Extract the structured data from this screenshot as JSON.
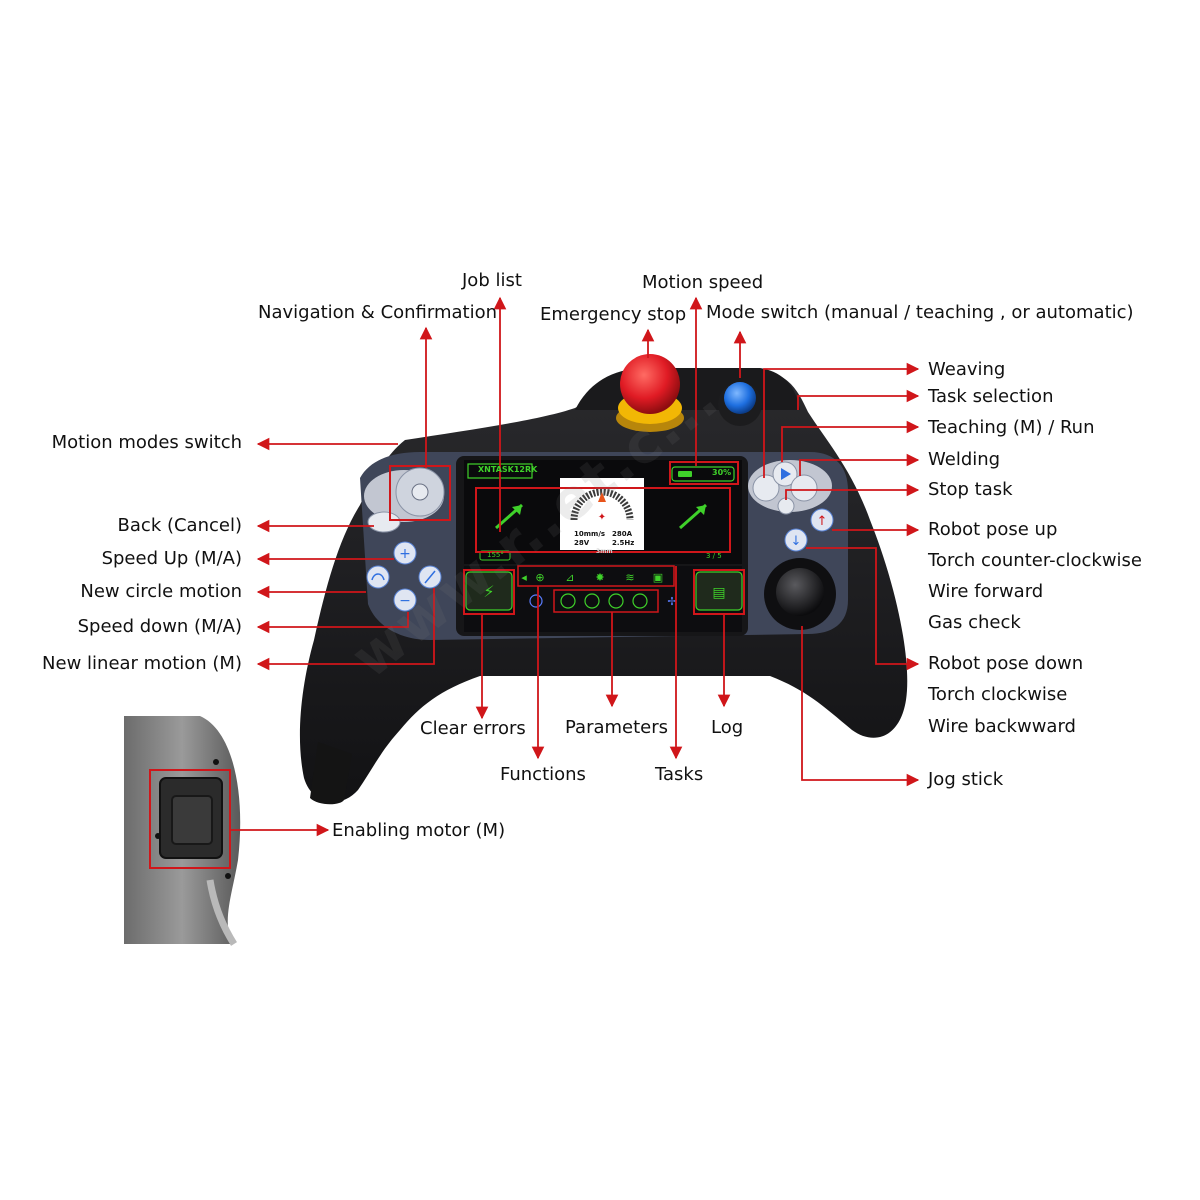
{
  "labels": {
    "job_list": "Job list",
    "motion_speed": "Motion speed",
    "navigation_confirmation": "Navigation & Confirmation",
    "emergency_stop": "Emergency stop",
    "mode_switch": "Mode switch (manual / teaching , or automatic)",
    "weaving": "Weaving",
    "task_selection": "Task selection",
    "motion_modes_switch": "Motion modes switch",
    "teaching_run": "Teaching (M) / Run",
    "welding": "Welding",
    "stop_task": "Stop task",
    "back_cancel": "Back (Cancel)",
    "robot_pose_up": "Robot pose up",
    "speed_up": "Speed Up (M/A)",
    "torch_ccw": "Torch counter-clockwise",
    "new_circle_motion": "New circle motion",
    "wire_forward": "Wire forward",
    "speed_down": "Speed down (M/A)",
    "gas_check": "Gas check",
    "new_linear_motion": "New linear motion (M)",
    "robot_pose_down": "Robot pose down",
    "torch_clockwise": "Torch clockwise",
    "clear_errors": "Clear errors",
    "parameters": "Parameters",
    "log": "Log",
    "wire_backward": "Wire backwward",
    "functions": "Functions",
    "tasks": "Tasks",
    "jog_stick": "Jog stick",
    "enabling_motor": "Enabling motor (M)"
  },
  "screen": {
    "job_name": "XNTASK12RK",
    "speed_percent": "30%",
    "speed_value": "10mm/s",
    "current_value": "280A",
    "voltage_value": "28V",
    "frequency_value": "2.5Hz",
    "amplitude_value": "3mm",
    "angle_value": "155°",
    "page_indicator": "3 / 5"
  },
  "watermark": "www.r..et.c...",
  "colors": {
    "callout": "#d0161a",
    "body": "#1c1c1e",
    "panel": "#3f4659",
    "screen_green": "#3fd12a",
    "estop_red": "#e01b24",
    "estop_yellow": "#f2b705",
    "mode_blue": "#1e6fe0"
  }
}
